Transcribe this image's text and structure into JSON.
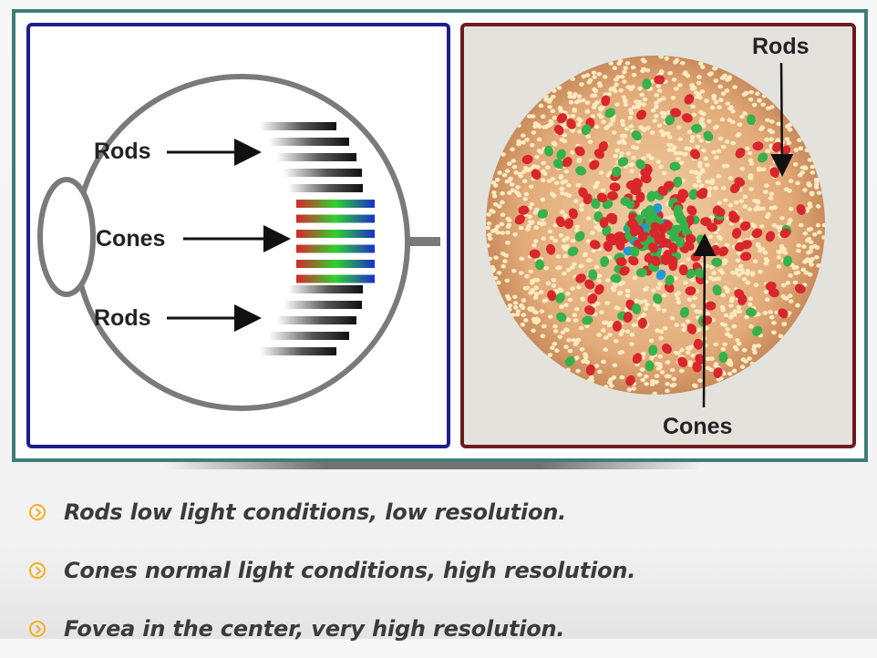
{
  "left_diagram": {
    "labels": {
      "rods_top": "Rods",
      "cones": "Cones",
      "rods_bottom": "Rods"
    }
  },
  "right_diagram": {
    "labels": {
      "rods": "Rods",
      "cones": "Cones"
    }
  },
  "bullets": [
    {
      "text": "Rods low light conditions, low resolution."
    },
    {
      "text": "Cones normal light conditions, high resolution."
    },
    {
      "text": "Fovea in the center, very high resolution."
    }
  ],
  "colors": {
    "frame": "#3e7d78",
    "left_border": "#1c1e8c",
    "right_border": "#6e1b1f",
    "bullet_icon": "#f2b01e",
    "cone_red": "#d8262c",
    "cone_green": "#35b24a",
    "cone_blue": "#1e9bd7"
  },
  "icons": {
    "bullet": "chevron-circle-icon"
  }
}
